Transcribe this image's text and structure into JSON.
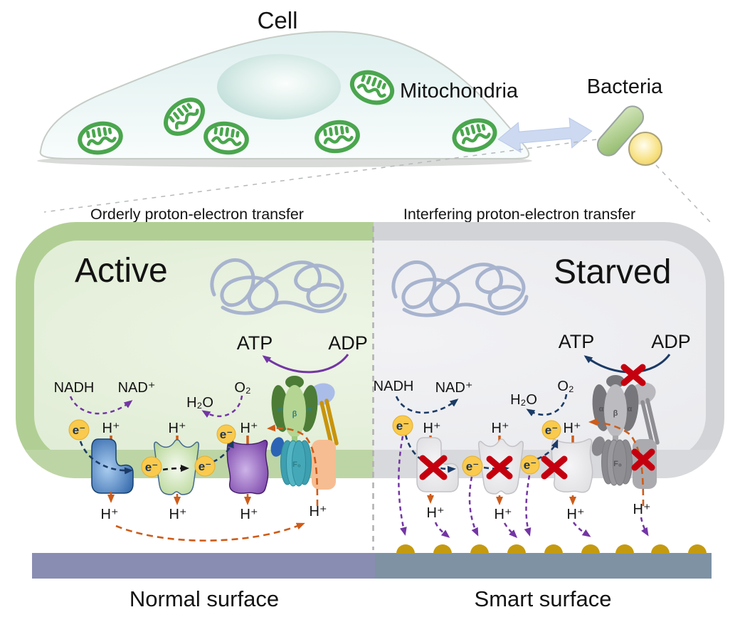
{
  "scene": {
    "cell_label": "Cell",
    "mitochondria_label": "Mitochondria",
    "bacteria_label": "Bacteria"
  },
  "panels": {
    "left": {
      "title": "Orderly proton-electron transfer",
      "state": "Active",
      "surface": "Normal surface"
    },
    "right": {
      "title": "Interfering proton-electron transfer",
      "state": "Starved",
      "surface": "Smart surface"
    }
  },
  "molecules": {
    "nadh": "NADH",
    "nad": "NAD⁺",
    "h2o": "H₂O",
    "o2": "O₂",
    "atp": "ATP",
    "adp": "ADP",
    "h": "H⁺",
    "e": "e⁻",
    "alpha": "α",
    "beta": "β",
    "f0": "F₀"
  },
  "colors": {
    "active_panel_border": "#b1cf94",
    "starved_panel_border": "#d2d3d6",
    "electron_badge": "#f9ca4d",
    "block_x": "#c5000e",
    "proton_arrow": "#cd5c1a",
    "electron_arrow": "#1b3a66",
    "capture_arrow": "#7335a4",
    "normal_surface": "#8a8db2",
    "smart_surface": "#7e92a4",
    "capture_site": "#c49a10"
  }
}
